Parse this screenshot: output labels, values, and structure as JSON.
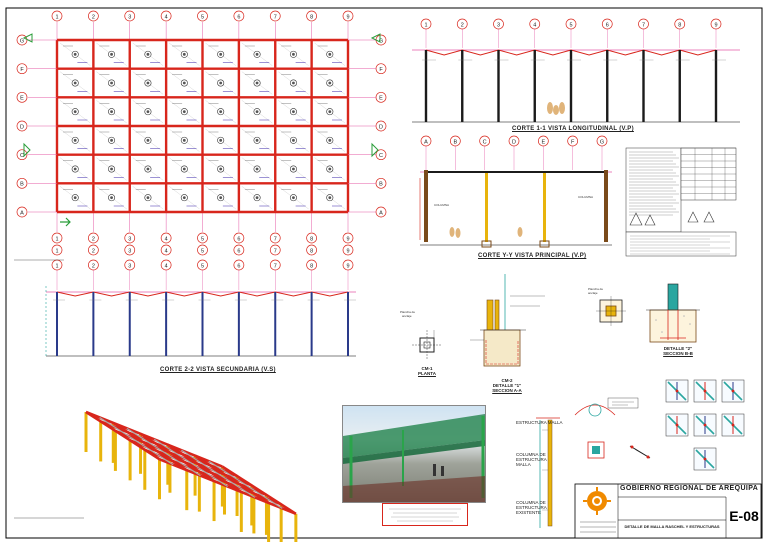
{
  "sheet": {
    "number": "E-08",
    "client": "GOBIERNO REGIONAL DE AREQUIPA",
    "project_lines": [
      "",
      "",
      "",
      ""
    ],
    "sheet_subject": "DETALLE DE MALLA RASCHEL Y ESTRUCTURAS"
  },
  "grids": {
    "numbers": [
      "1",
      "2",
      "3",
      "4",
      "5",
      "6",
      "7",
      "8",
      "9"
    ],
    "letters_top": [
      "G",
      "F",
      "E",
      "D",
      "C",
      "B",
      "A"
    ],
    "section_letters": [
      "A",
      "B",
      "C",
      "D",
      "E",
      "F",
      "G"
    ]
  },
  "captions": {
    "cercha_long": "CORTE 1-1 VISTA LONGITUDINAL (V.P)",
    "cercha_principal": "CORTE Y-Y VISTA PRINCIPAL (V.P)",
    "cercha_secundaria": "CORTE 2-2 VISTA SECUNDARIA (V.S)"
  },
  "details": {
    "cm1_label": "CM-1",
    "cm1_sub": "PLANTA",
    "cm2_label": "CM-2",
    "detail1": "DETALLE \"1\"",
    "detail1_sub": "SECCION A-A",
    "detail2": "DETALLE \"2\"",
    "detail2_sub": "SECCION B-B"
  },
  "elevation_labels": {
    "a": "ESTRUCTURA MALLA",
    "b": "COLUMNA DE ESTRUCTURA MALLA",
    "c": "COLUMNA DE ESTRUCTURA EXISTENTE"
  },
  "colors": {
    "frame_red": "#d8261c",
    "pink_axis": "#e45aa6",
    "column_yellow": "#e8b40c",
    "member_teal": "#2aa6a0",
    "dark": "#1b1b1b",
    "logo_orange": "#f08a00"
  }
}
